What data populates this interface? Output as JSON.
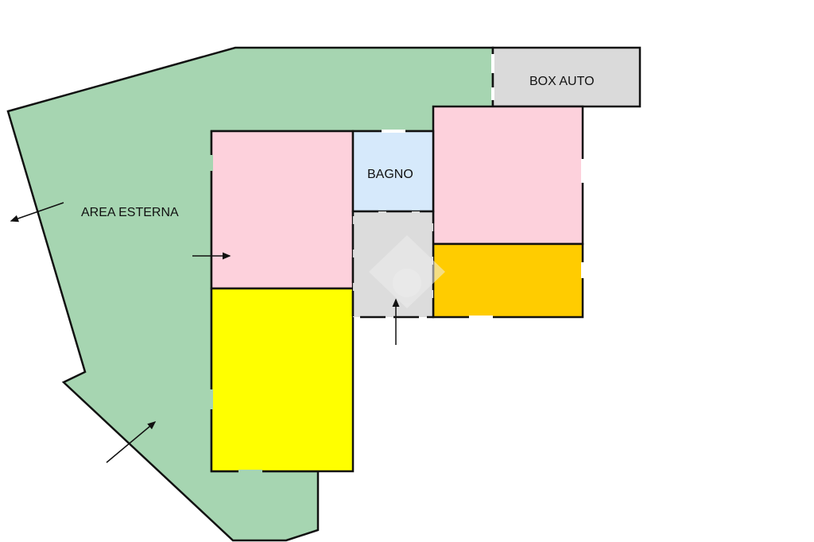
{
  "labels": {
    "area_esterna": "AREA ESTERNA",
    "bagno": "BAGNO",
    "box_auto": "BOX AUTO"
  },
  "colors": {
    "garden": "#a6d5b1",
    "pink_room": "#fdd1dc",
    "bathroom": "#d6e9fb",
    "garage": "#dadada",
    "hall": "#dcdcdc",
    "yellow_room": "#ffff00",
    "orange_room": "#ffcc00",
    "wall": "#111111"
  },
  "icons": [
    "arrow-icon",
    "watermark-logo-icon"
  ]
}
